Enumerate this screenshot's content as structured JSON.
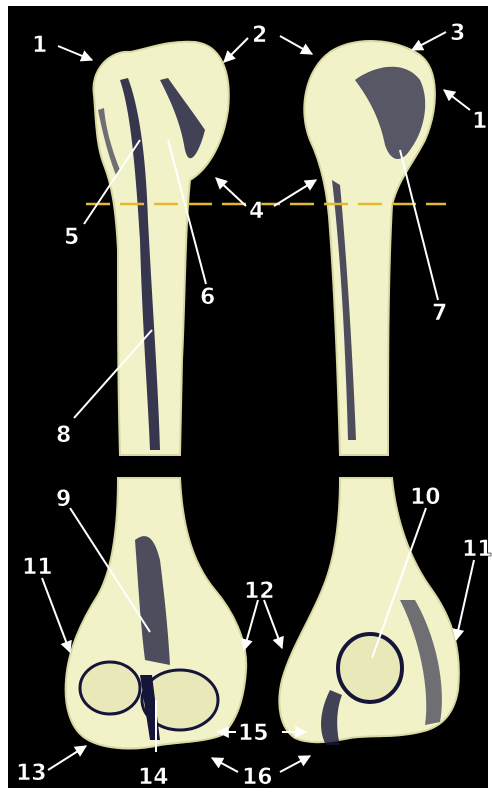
{
  "labels": {
    "l1a": "1",
    "l2": "2",
    "l3": "3",
    "l1b": "1",
    "l4": "4",
    "l5": "5",
    "l6": "6",
    "l7": "7",
    "l8": "8",
    "l9": "9",
    "l10": "10",
    "l11a": "11",
    "l11b": "11",
    "l12": "12",
    "l13": "13",
    "l14": "14",
    "l15": "15",
    "l16": "16"
  },
  "colors": {
    "background": "#000000",
    "bone": "#f2f2c8",
    "bone_shadow": "#15153a",
    "guide_line": "#e6b82e",
    "label_text": "#ffffff",
    "pointer": "#ffffff"
  }
}
